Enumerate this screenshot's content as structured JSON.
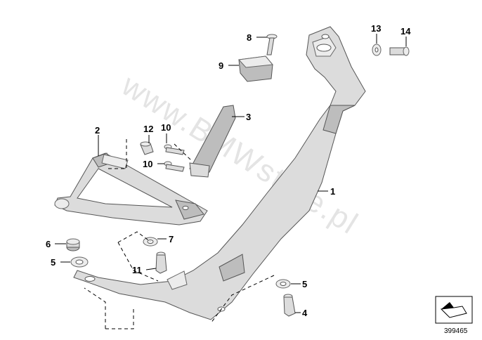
{
  "watermark": "www.BMWstore.pl",
  "doc_number": "399465",
  "callouts": {
    "c1": "1",
    "c2": "2",
    "c3": "3",
    "c4": "4",
    "c5a": "5",
    "c5b": "5",
    "c6": "6",
    "c7": "7",
    "c8": "8",
    "c9": "9",
    "c10a": "10",
    "c10b": "10",
    "c11": "11",
    "c12": "12",
    "c13": "13",
    "c14": "14"
  },
  "icons": {
    "corner": "arrow-box-icon"
  }
}
